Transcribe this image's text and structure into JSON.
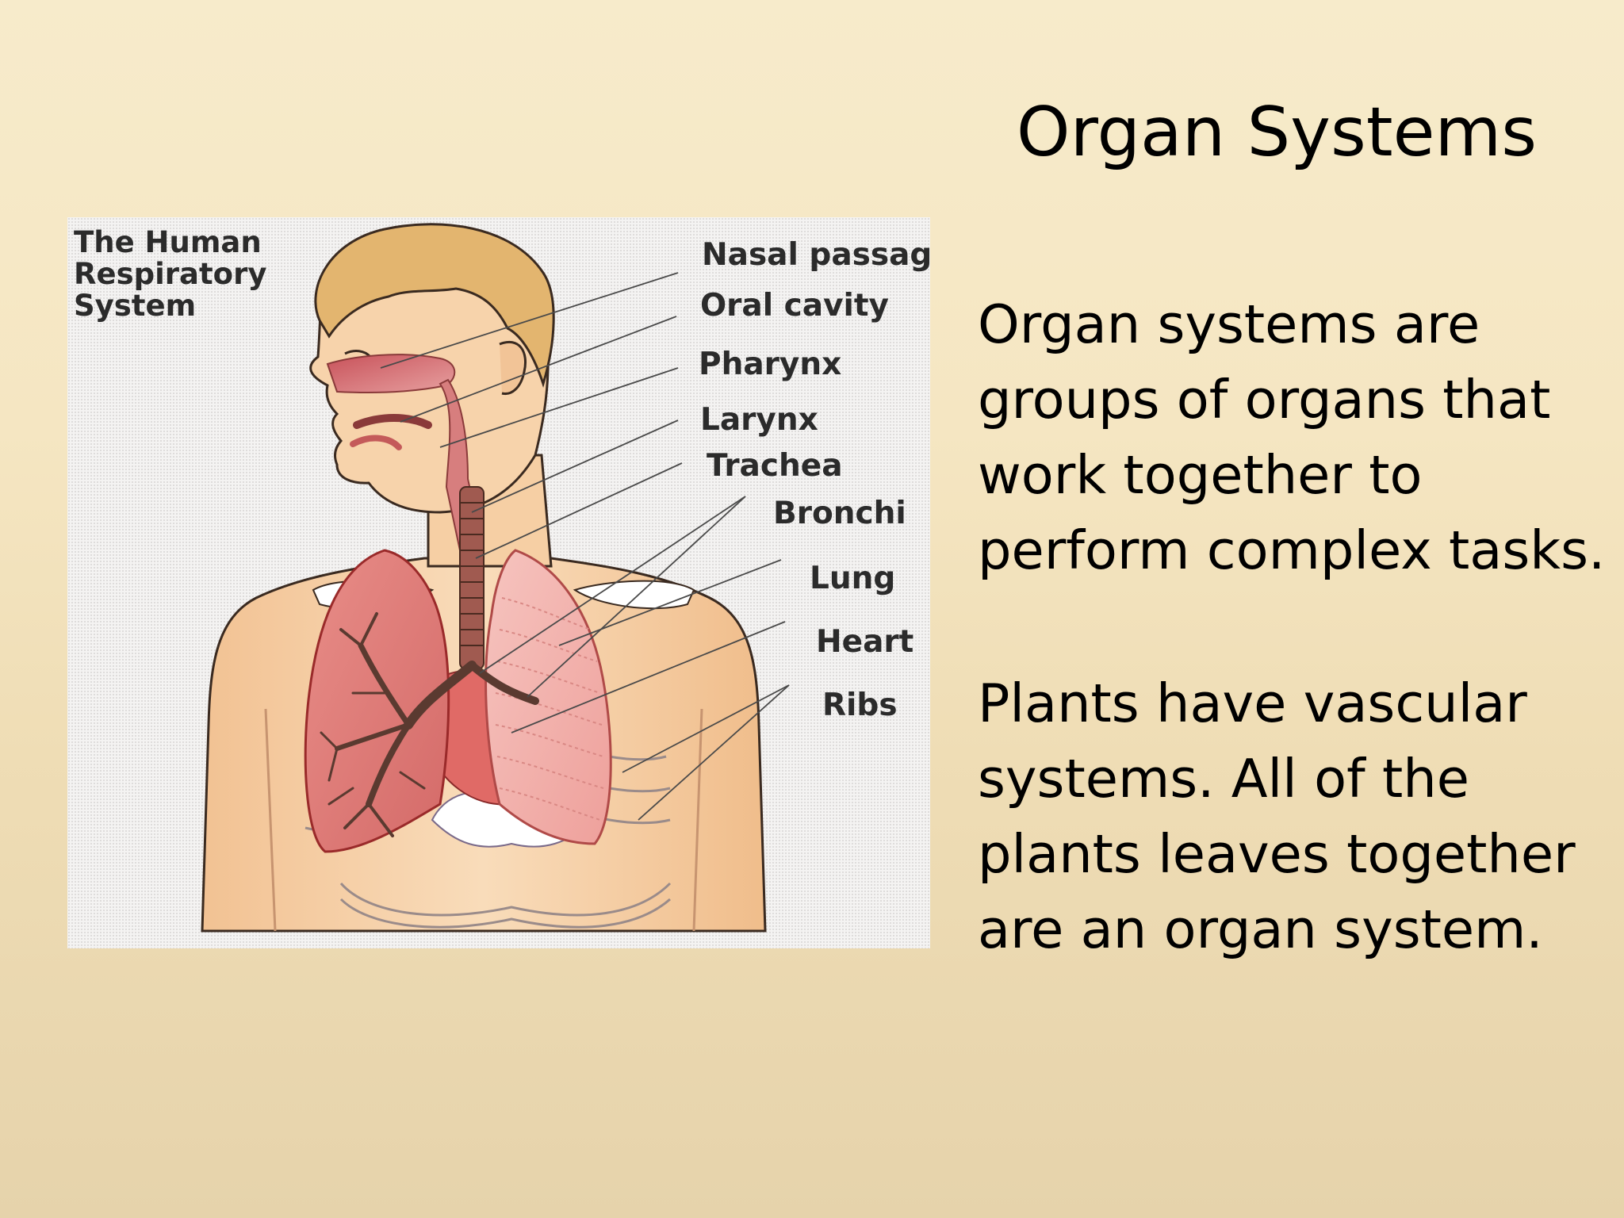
{
  "slide": {
    "title": "Organ Systems",
    "paragraph_1_lines": [
      "Organ systems are",
      "groups of organs that",
      "work together to",
      "perform complex tasks."
    ],
    "paragraph_2_lines": [
      "Plants have vascular",
      "systems. All of the",
      "plants leaves together",
      "are an organ system."
    ]
  },
  "diagram": {
    "heading_lines": [
      "The Human",
      "Respiratory",
      "System"
    ],
    "labels": {
      "nasal_passage": "Nasal passage",
      "oral_cavity": "Oral cavity",
      "pharynx": "Pharynx",
      "larynx": "Larynx",
      "trachea": "Trachea",
      "bronchi": "Bronchi",
      "lung": "Lung",
      "heart": "Heart",
      "ribs": "Ribs"
    }
  },
  "colors": {
    "background_top": "#f7ebcb",
    "background_bottom": "#e6d3ab",
    "skin": "#f6cda0",
    "hair": "#e3b672",
    "lung": "#f0a9a5",
    "airway": "#a05a50",
    "heart": "#d9605a",
    "text": "#000000"
  }
}
